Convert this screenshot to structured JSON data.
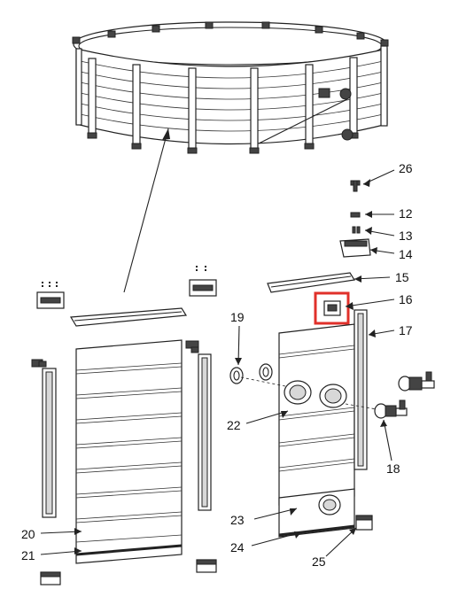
{
  "diagram": {
    "highlight_color": "#e0302a",
    "ink_color": "#222222",
    "highlighted_part": "16",
    "labels": [
      {
        "id": "p26",
        "text": "26"
      },
      {
        "id": "p12",
        "text": "12"
      },
      {
        "id": "p13",
        "text": "13"
      },
      {
        "id": "p14",
        "text": "14"
      },
      {
        "id": "p15",
        "text": "15"
      },
      {
        "id": "p16",
        "text": "16"
      },
      {
        "id": "p17",
        "text": "17"
      },
      {
        "id": "p19",
        "text": "19"
      },
      {
        "id": "p22",
        "text": "22"
      },
      {
        "id": "p18",
        "text": "18"
      },
      {
        "id": "p23",
        "text": "23"
      },
      {
        "id": "p20",
        "text": "20"
      },
      {
        "id": "p21",
        "text": "21"
      },
      {
        "id": "p24",
        "text": "24"
      },
      {
        "id": "p25",
        "text": "25"
      }
    ]
  }
}
